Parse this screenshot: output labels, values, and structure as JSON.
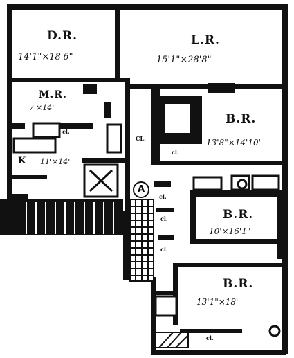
{
  "rooms": {
    "dining": {
      "name": "D.R.",
      "dims": "14'1\"×18'6\""
    },
    "living": {
      "name": "L.R.",
      "dims": "15'1\"×28'8\""
    },
    "maid": {
      "name": "M.R.",
      "dims": "7'×14'"
    },
    "kitchen": {
      "name": "K",
      "dims": "11'×14'"
    },
    "bed1": {
      "name": "B.R.",
      "dims": "13'8\"×14'10\""
    },
    "bed2": {
      "name": "B.R.",
      "dims": "10'×16'1\""
    },
    "bed3": {
      "name": "B.R.",
      "dims": "13'1\"×18'"
    }
  },
  "closet_label": "cl.",
  "closet_label_alt": "CL.",
  "stair_marker": "A",
  "colors": {
    "ink": "#111111",
    "paper": "#ffffff"
  }
}
